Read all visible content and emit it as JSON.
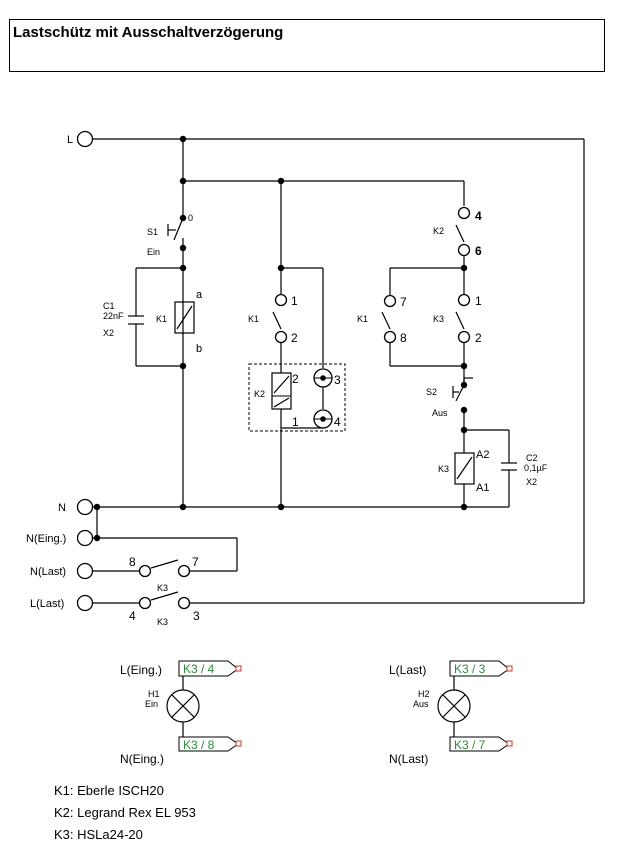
{
  "title": "Lastschütz mit Ausschaltverzögerung",
  "terminals": {
    "L": "L",
    "N": "N",
    "N_eing": "N(Eing.)",
    "N_last": "N(Last)",
    "L_last": "L(Last)"
  },
  "components": {
    "S1": {
      "name": "S1",
      "label": "Ein",
      "pin": "0"
    },
    "S2": {
      "name": "S2",
      "label": "Aus"
    },
    "C1": {
      "name": "C1",
      "value": "22nF",
      "class": "X2"
    },
    "C2": {
      "name": "C2",
      "value": "0,1µF",
      "class": "X2"
    },
    "K1_coil": {
      "name": "K1",
      "pin_a": "a",
      "pin_b": "b"
    },
    "K1_contact_1": {
      "name": "K1",
      "pin_top": "1",
      "pin_bottom": "2"
    },
    "K1_contact_2": {
      "name": "K1",
      "pin_top": "7",
      "pin_bottom": "8"
    },
    "K2_relay": {
      "name": "K2",
      "pin_2": "2",
      "pin_1": "1",
      "pin_3": "3",
      "pin_4": "4"
    },
    "K2_contact": {
      "name": "K2",
      "pin_top": "4",
      "pin_bottom": "6"
    },
    "K3_contact_top": {
      "name": "K3",
      "pin_top": "1",
      "pin_bottom": "2"
    },
    "K3_coil": {
      "name": "K3",
      "pin_a2": "A2",
      "pin_a1": "A1"
    },
    "K3_contact_low": {
      "name": "K3",
      "pin_left": "8",
      "pin_right": "7"
    },
    "K3_contact_load": {
      "name": "K3",
      "pin_left": "4",
      "pin_right": "3",
      "label_top": "K3",
      "label_bottom": "K3"
    }
  },
  "lamps": {
    "H1": {
      "name": "H1",
      "label": "Ein",
      "top_terminal": "L(Eing.)",
      "bottom_terminal": "N(Eing.)",
      "top_ref": "K3 / 4",
      "bottom_ref": "K3 / 8"
    },
    "H2": {
      "name": "H2",
      "label": "Aus",
      "top_terminal": "L(Last)",
      "bottom_terminal": "N(Last)",
      "top_ref": "K3 / 3",
      "bottom_ref": "K3 / 7"
    }
  },
  "legend": [
    "K1: Eberle ISCH20",
    "K2: Legrand Rex EL 953",
    "K3: HSLa24-20"
  ],
  "colors": {
    "ref_text": "#2e8b3a",
    "ref_marker": "#c0392b"
  }
}
